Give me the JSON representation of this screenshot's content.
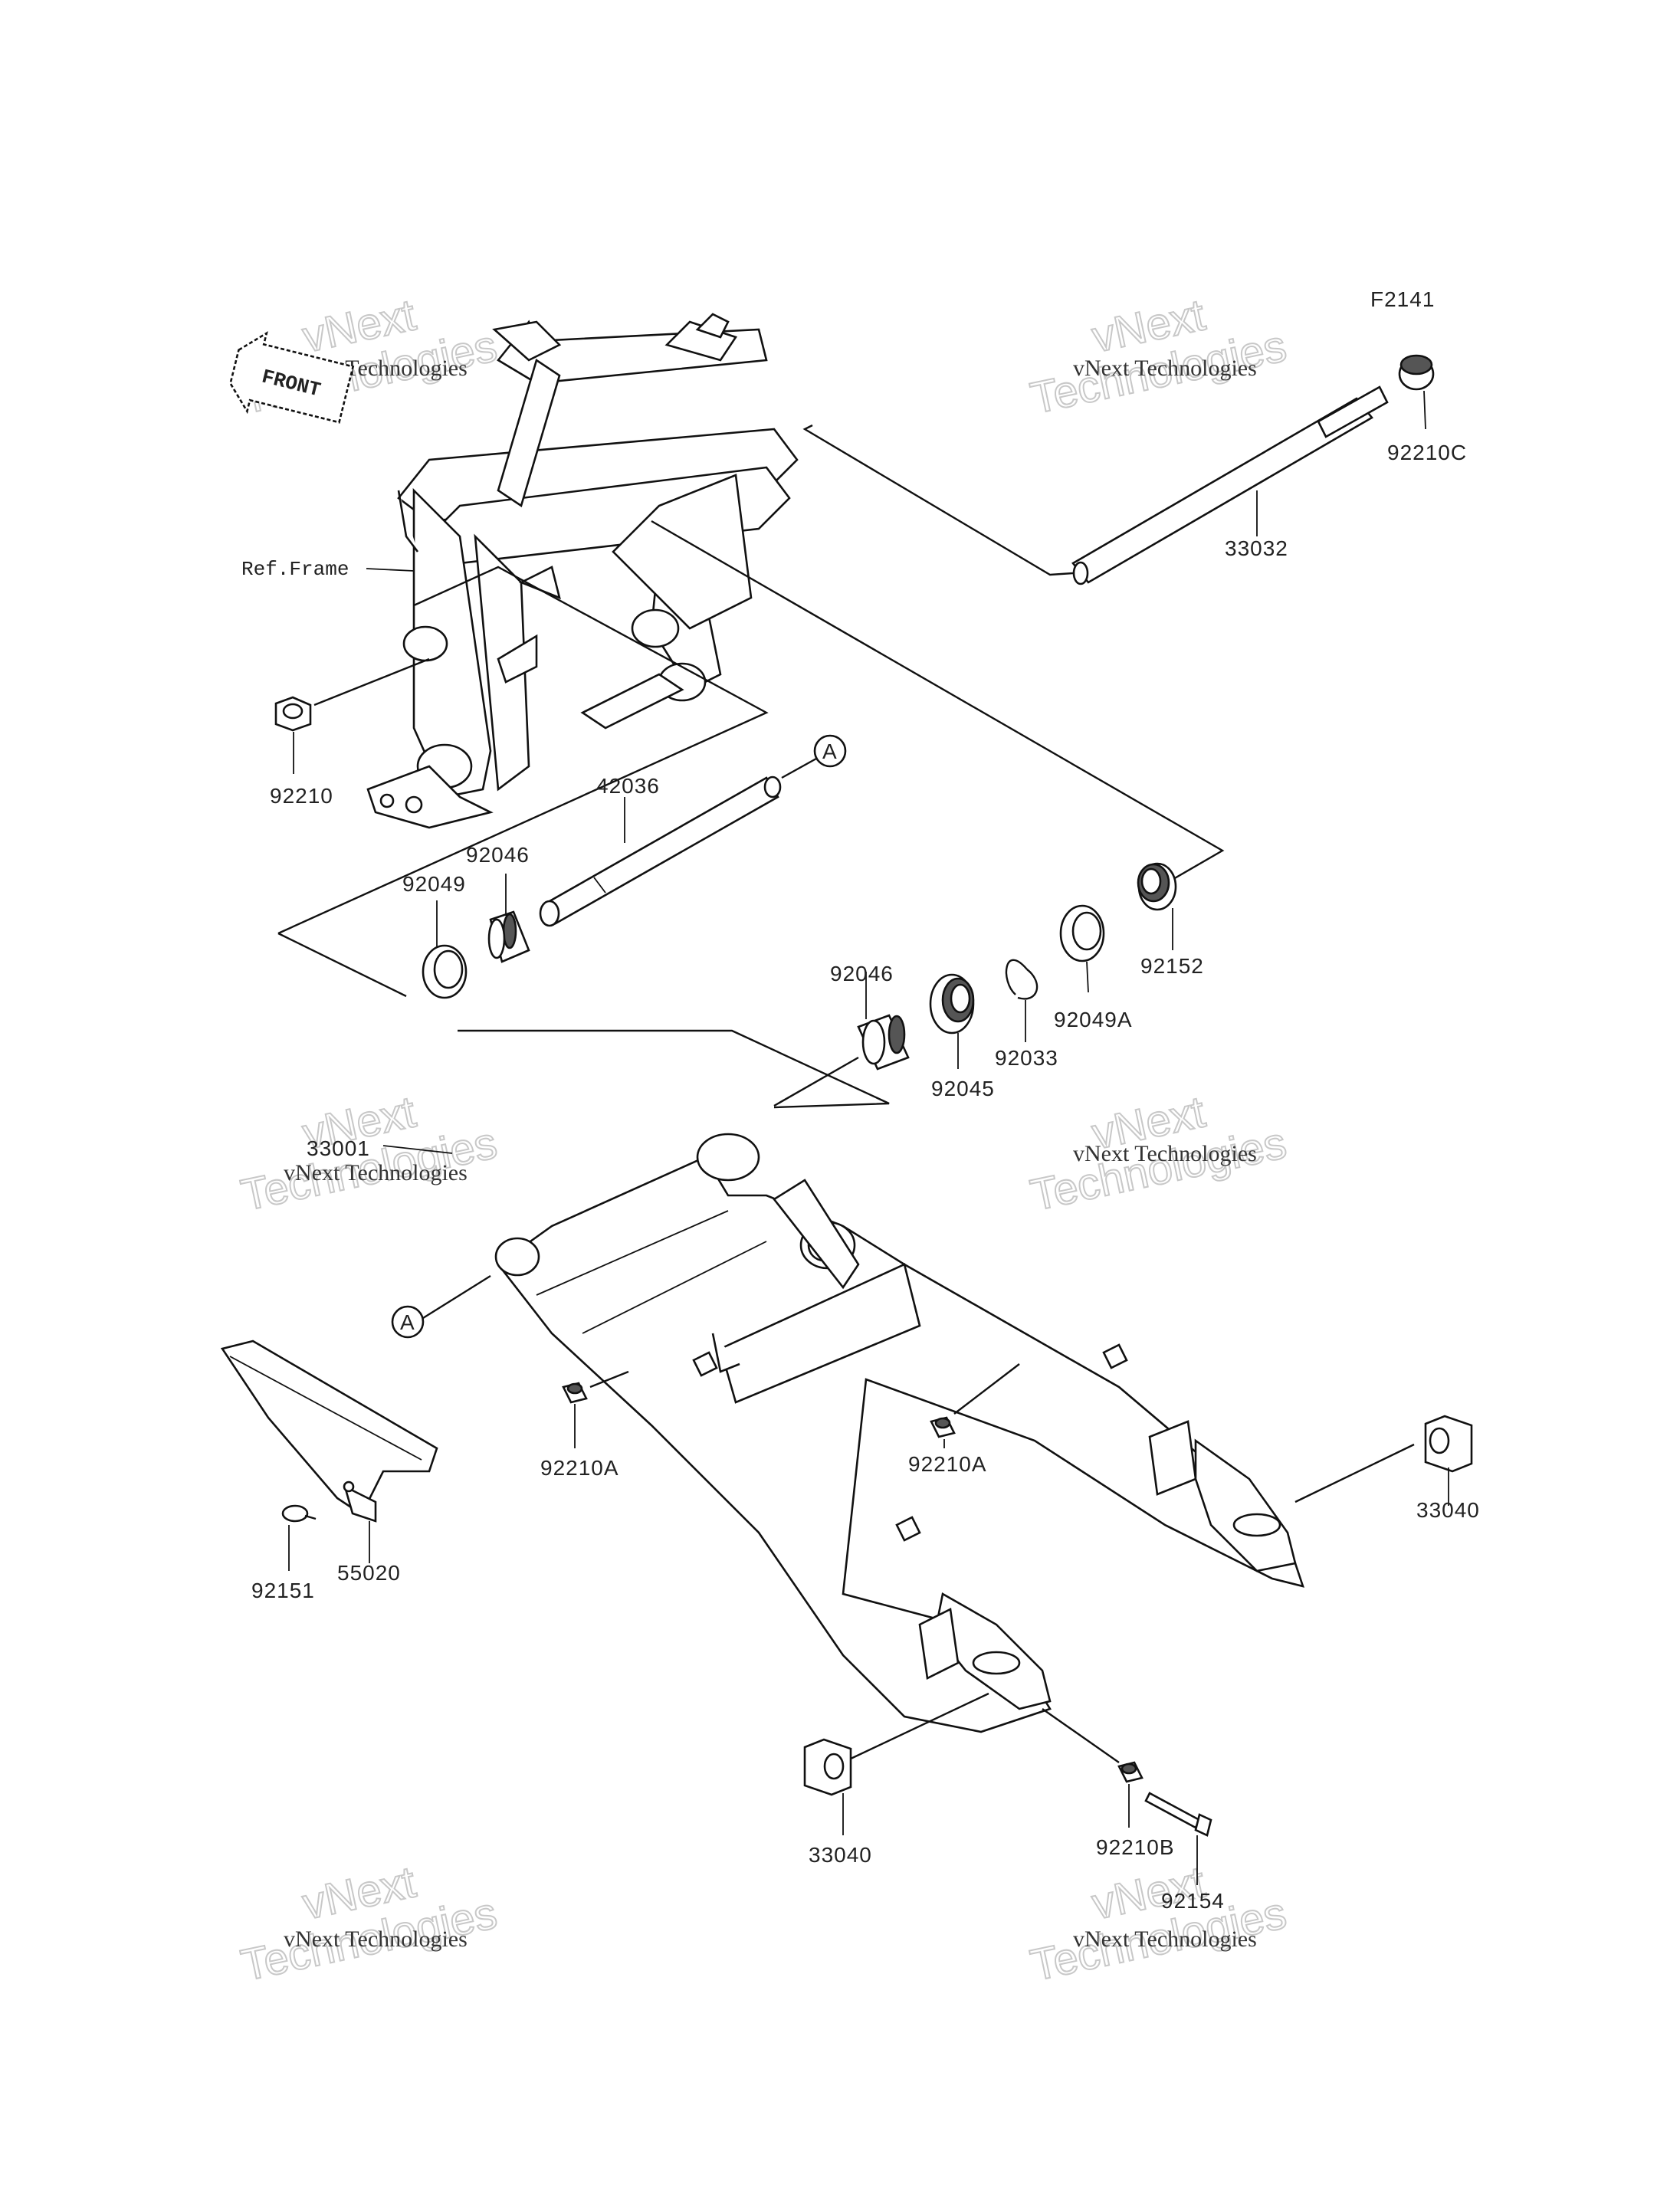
{
  "figure_code": "F2141",
  "front_marker": "FRONT",
  "reference_label": "Ref.Frame",
  "callout_letter": "A",
  "part_numbers": {
    "p92210C": "92210C",
    "p33032": "33032",
    "p92210": "92210",
    "p42036": "42036",
    "p92046_upper": "92046",
    "p92049": "92049",
    "p92046_lower": "92046",
    "p92045": "92045",
    "p92033": "92033",
    "p92049A": "92049A",
    "p92152": "92152",
    "p33001": "33001",
    "p92210A_left": "92210A",
    "p92210A_right": "92210A",
    "p33040_right": "33040",
    "p92151": "92151",
    "p55020": "55020",
    "p33040_lower": "33040",
    "p92210B": "92210B",
    "p92154": "92154"
  },
  "watermark": {
    "company": "vNext Technologies",
    "word1": "vNext",
    "word2": "Technologies"
  },
  "colors": {
    "ink": "#111111",
    "watermark": "#c8c8c8",
    "background": "#ffffff"
  }
}
